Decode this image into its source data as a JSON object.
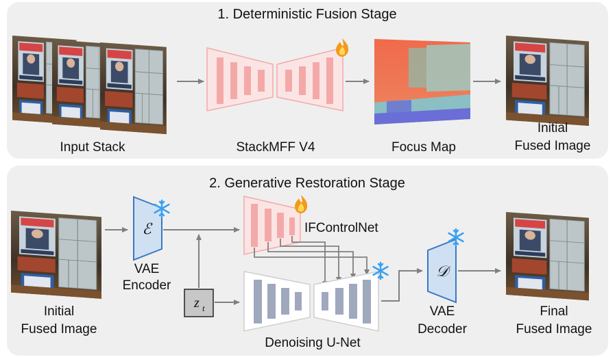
{
  "stage1": {
    "title": "1. Deterministic Fusion Stage",
    "input_label": "Input Stack",
    "model_label": "StackMFF V4",
    "focus_label": "Focus Map",
    "output_label_line1": "Initial",
    "output_label_line2": "Fused Image"
  },
  "stage2": {
    "title": "2. Generative Restoration Stage",
    "input_label_line1": "Initial",
    "input_label_line2": "Fused Image",
    "encoder_symbol": "ℰ",
    "encoder_label_line1": "VAE",
    "encoder_label_line2": "Encoder",
    "latent_symbol": "z",
    "latent_subscript": "t",
    "controlnet_label": "IFControlNet",
    "unet_label": "Denoising U-Net",
    "decoder_symbol": "𝒟",
    "decoder_label_line1": "VAE",
    "decoder_label_line2": "Decoder",
    "output_label_line1": "Final",
    "output_label_line2": "Fused Image"
  },
  "icons": {
    "trainable": "fire-icon",
    "frozen": "snowflake-icon"
  },
  "colors": {
    "panel_bg": "#efefef",
    "trainable_block": "#f4a9a9",
    "trainable_fill": "#fbe4e4",
    "frozen_block": "#a0a8bd",
    "frozen_fill": "#ffffff",
    "vae_fill": "#cfe0f3",
    "vae_stroke": "#3a78c2",
    "arrow": "#808080",
    "snowflake": "#3aa0f0",
    "fire": "#f29a1b"
  }
}
